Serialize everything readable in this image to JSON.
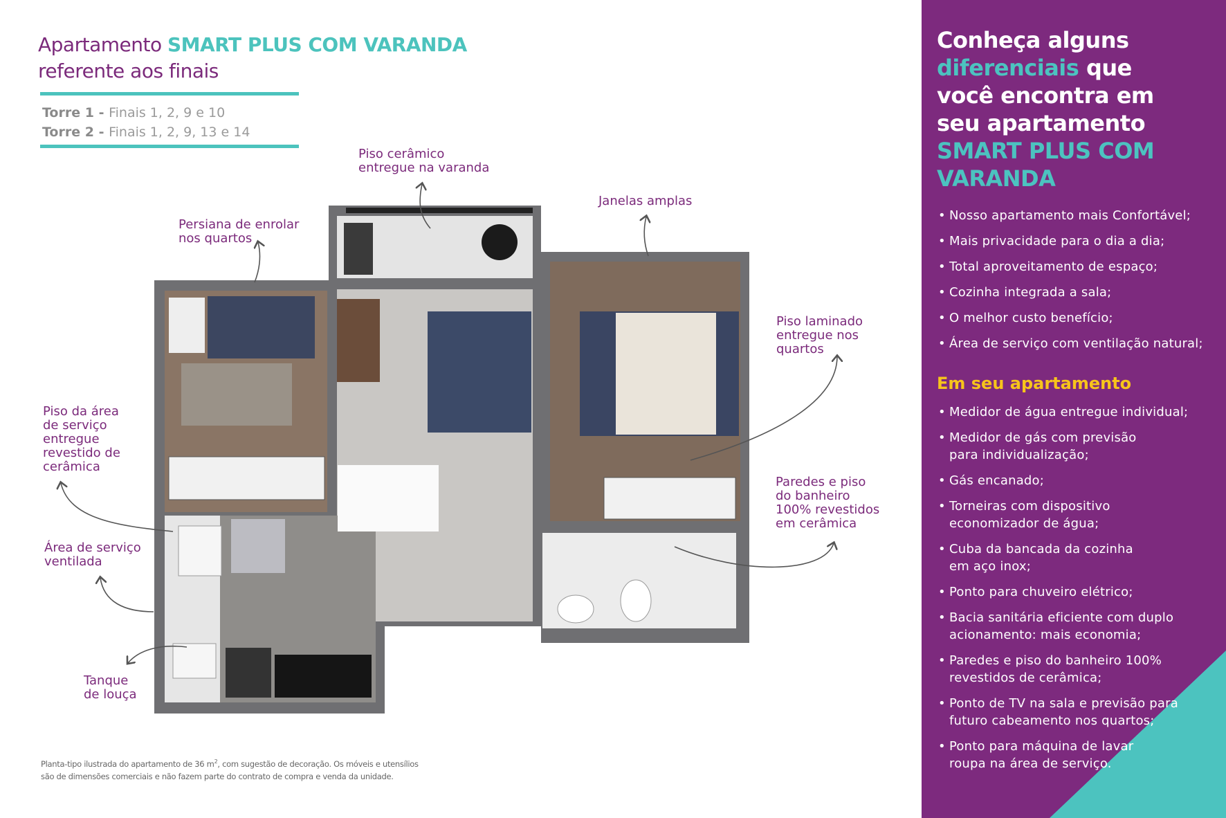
{
  "header": {
    "title_prefix": "Apartamento ",
    "title_highlight": "SMART PLUS COM VARANDA",
    "title_line2": "referente aos finais",
    "torres": [
      {
        "label": "Torre 1 - ",
        "finais": "Finais 1, 2, 9 e 10"
      },
      {
        "label": "Torre 2 - ",
        "finais": "Finais 1, 2, 9, 13 e 14"
      }
    ]
  },
  "annotations": {
    "piso_varanda": "Piso cerâmico\nentregue na varanda",
    "janelas": "Janelas amplas",
    "persiana": "Persiana de enrolar\nnos quartos",
    "piso_laminado": "Piso laminado\nentregue nos\nquartos",
    "piso_servico": "Piso da área\nde serviço\nentregue\nrevestido de\ncerâmica",
    "banheiro": "Paredes e piso\ndo banheiro\n100% revestidos\nem cerâmica",
    "area_servico": "Área de serviço\nventilada",
    "tanque": "Tanque\nde louça"
  },
  "footnote": {
    "line1_pre": "Planta-tipo ilustrada do apartamento de 36 m",
    "sup": "2",
    "line1_post": ", com sugestão de decoração. Os móveis e utensílios",
    "line2": "são de dimensões comerciais e não fazem parte do contrato de compra e venda da unidade."
  },
  "panel": {
    "t1": "Conheça alguns",
    "t2_hl": "diferenciais",
    "t2": " que",
    "t3": "você encontra em",
    "t4": "seu apartamento",
    "t5_hl": "SMART PLUS COM",
    "t6_hl": "VARANDA",
    "features": [
      "Nosso apartamento mais Confortável;",
      "Mais privacidade para o dia a dia;",
      "Total aproveitamento de espaço;",
      "Cozinha integrada a sala;",
      "O melhor custo benefício;",
      "Área de serviço com ventilação natural;"
    ],
    "subtitle": "Em seu apartamento",
    "items": [
      "Medidor de água entregue individual;",
      "Medidor de gás com previsão para individualização;",
      "Gás encanado;",
      "Torneiras com dispositivo economizador de água;",
      "Cuba da bancada da cozinha em aço inox;",
      "Ponto para chuveiro elétrico;",
      "Bacia sanitária eficiente com duplo acionamento: mais economia;",
      "Paredes e piso do banheiro 100% revestidos de cerâmica;",
      "Ponto de TV na sala e previsão para futuro cabeamento nos quartos;",
      "Ponto para máquina de lavar roupa na área de serviço."
    ],
    "colors": {
      "purple": "#7d2a7e",
      "teal": "#4cc3c0",
      "yellow": "#f7c41b"
    }
  }
}
